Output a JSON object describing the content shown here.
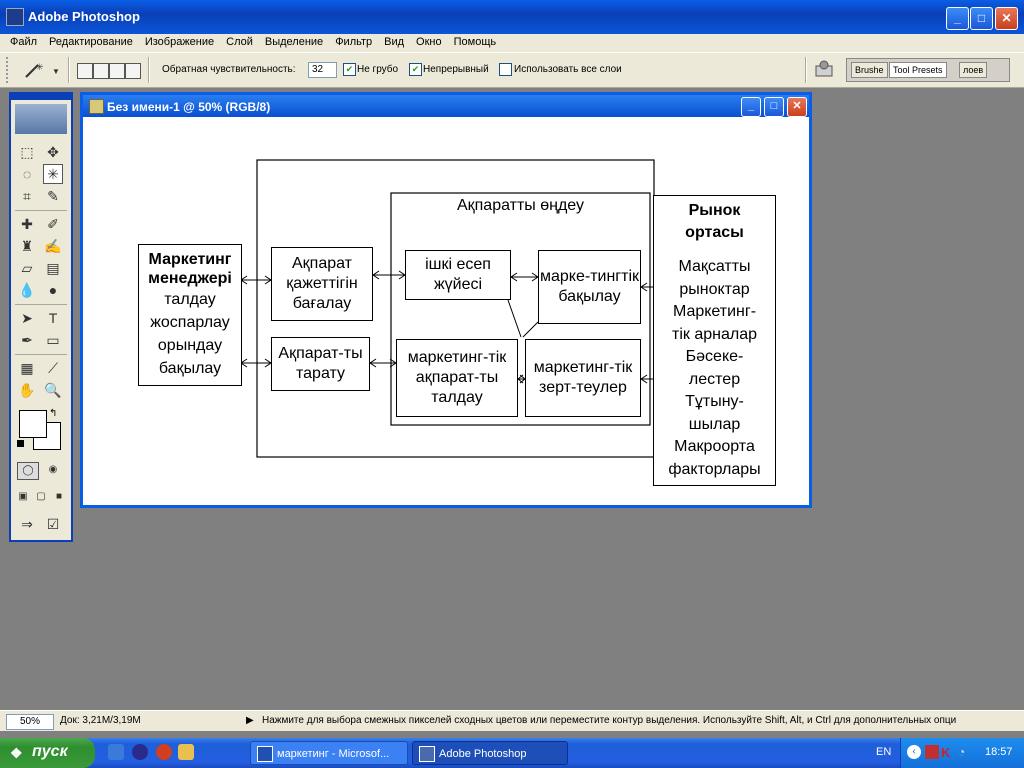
{
  "app": {
    "title": "Adobe Photoshop"
  },
  "menu": [
    "Файл",
    "Редактирование",
    "Изображение",
    "Слой",
    "Выделение",
    "Фильтр",
    "Вид",
    "Окно",
    "Помощь"
  ],
  "options": {
    "tolerance_label": "Обратная чувствительность:",
    "tolerance_value": "32",
    "antialias_label": "Не грубо",
    "contiguous_label": "Непрерывный",
    "all_layers_label": "Использовать все слои",
    "well_tabs": [
      "Brushe",
      "Tool Presets",
      "лоев"
    ]
  },
  "document": {
    "title": "Без имени-1 @ 50% (RGB/8)"
  },
  "diagram": {
    "manager_title": "Маркетинг менеджері",
    "manager_items": [
      "талдау",
      "жоспарлау",
      "орындау",
      "бақылау"
    ],
    "need_eval": "Ақпарат қажеттігін бағалау",
    "distribute": "Ақпарат-ты тарату",
    "processing_title": "Ақпаратты өңдеу",
    "internal": "ішкі есеп жүйесі",
    "control": "марке-тингтік бақылау",
    "analysis": "маркетинг-тік ақпарат-ты талдау",
    "research": "маркетинг-тік зерт-теулер",
    "market_title": "Рынок ортасы",
    "market_items": [
      "Мақсатты",
      "рыноктар",
      "Маркетинг-",
      "тік арналар",
      "Бәсеке-",
      "лестер",
      "Тұтыну-",
      "шылар",
      "Макроорта",
      "факторлары"
    ]
  },
  "status": {
    "zoom": "50%",
    "doc": "Док: 3,21M/3,19M",
    "hint": "Нажмите для выбора смежных пикселей сходных цветов или переместите контур выделения. Используйте Shift, Alt, и Ctrl для дополнительных опци"
  },
  "taskbar": {
    "start": "пуск",
    "tasks": [
      "маркетинг - Microsof...",
      "Adobe Photoshop"
    ],
    "lang": "EN",
    "clock": "18:57"
  }
}
